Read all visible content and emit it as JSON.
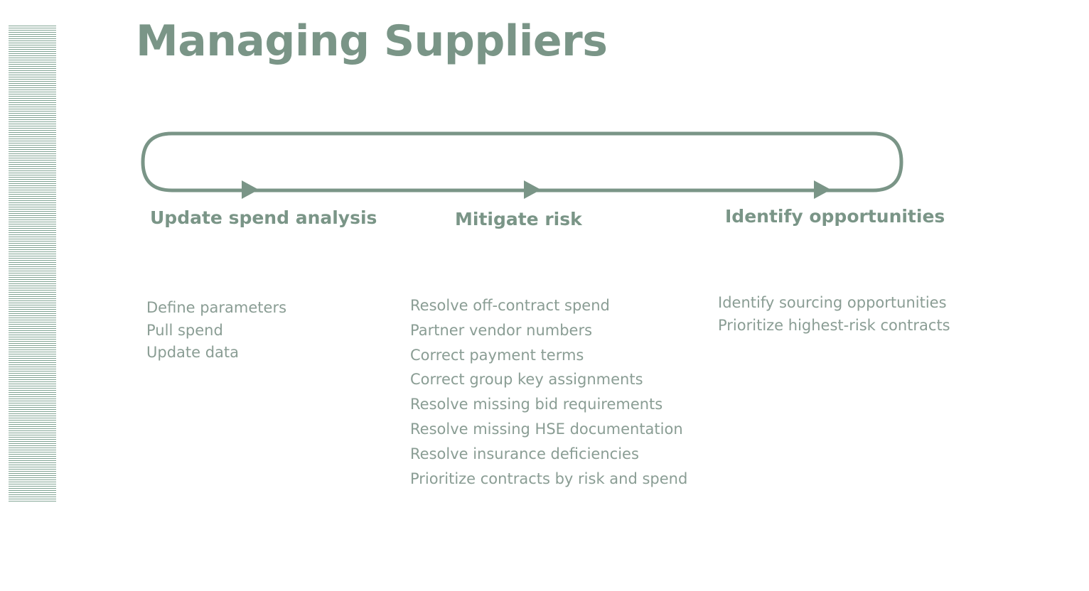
{
  "title": "Managing Suppliers",
  "colors": {
    "accent": "#7a9587",
    "text_muted": "#8a9d94",
    "stripe": "#7fa392",
    "background": "#ffffff"
  },
  "stages": [
    {
      "label": "Update spend analysis",
      "tasks": [
        "Define parameters",
        "Pull spend",
        "Update data"
      ]
    },
    {
      "label": "Mitigate risk",
      "tasks": [
        "Resolve off-contract spend",
        "Partner vendor numbers",
        "Correct payment terms",
        "Correct group key assignments",
        "Resolve missing bid requirements",
        "Resolve missing HSE documentation",
        "Resolve insurance deficiencies",
        "Prioritize contracts by risk and spend"
      ]
    },
    {
      "label": "Identify opportunities",
      "tasks": [
        "Identify sourcing opportunities",
        "Prioritize highest-risk contracts"
      ]
    }
  ]
}
